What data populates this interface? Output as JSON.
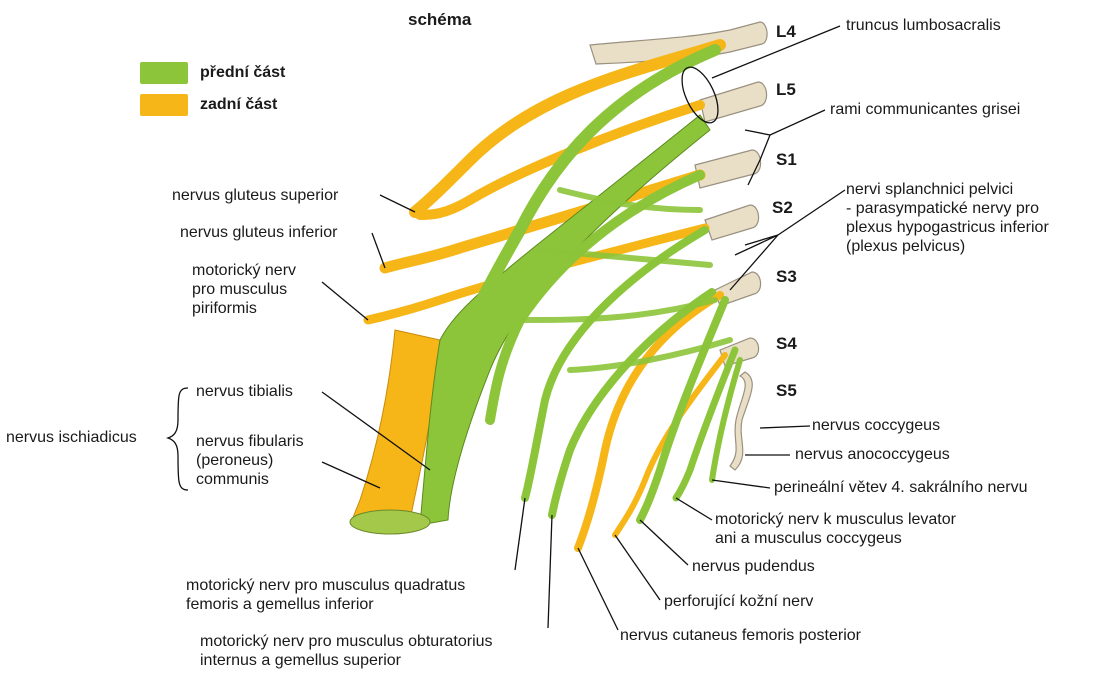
{
  "title": "schéma",
  "legend": [
    {
      "label": "přední část",
      "color": "#8cc43a"
    },
    {
      "label": "zadní část",
      "color": "#f6b617"
    }
  ],
  "roots": [
    "L4",
    "L5",
    "S1",
    "S2",
    "S3",
    "S4",
    "S5"
  ],
  "labels": {
    "truncus": "truncus lumbosacralis",
    "rami": "rami communicantes grisei",
    "splanch": [
      "nervi splanchnici pelvici",
      "- parasympatické nervy pro",
      "plexus hypogastricus inferior",
      "(plexus pelvicus)"
    ],
    "coccygeus": "nervus coccygeus",
    "anococcygeus": "nervus anococcygeus",
    "perineal": "perineální větev 4. sakrálního nervu",
    "levator": [
      "motorický nerv k musculus levator",
      "ani a musculus coccygeus"
    ],
    "pudendus": "nervus pudendus",
    "perforujici": "perforující kožní nerv",
    "cutaneus": "nervus cutaneus femoris posterior",
    "obturatorius": [
      "motorický nerv pro musculus obturatorius",
      "internus a gemellus superior"
    ],
    "quadratus": [
      "motorický nerv pro musculus quadratus",
      "femoris a gemellus inferior"
    ],
    "gl_sup": "nervus gluteus superior",
    "gl_inf": "nervus gluteus inferior",
    "piriformis": [
      "motorický nerv",
      "pro musculus",
      "piriformis"
    ],
    "ischiadicus": "nervus ischiadicus",
    "tibialis": "nervus tibialis",
    "fibularis": [
      "nervus fibularis",
      "(peroneus)",
      "communis"
    ]
  },
  "colors": {
    "anterior": "#8cc43a",
    "posterior": "#f6b617",
    "root": "#e6dcc2",
    "outline": "#555555"
  }
}
